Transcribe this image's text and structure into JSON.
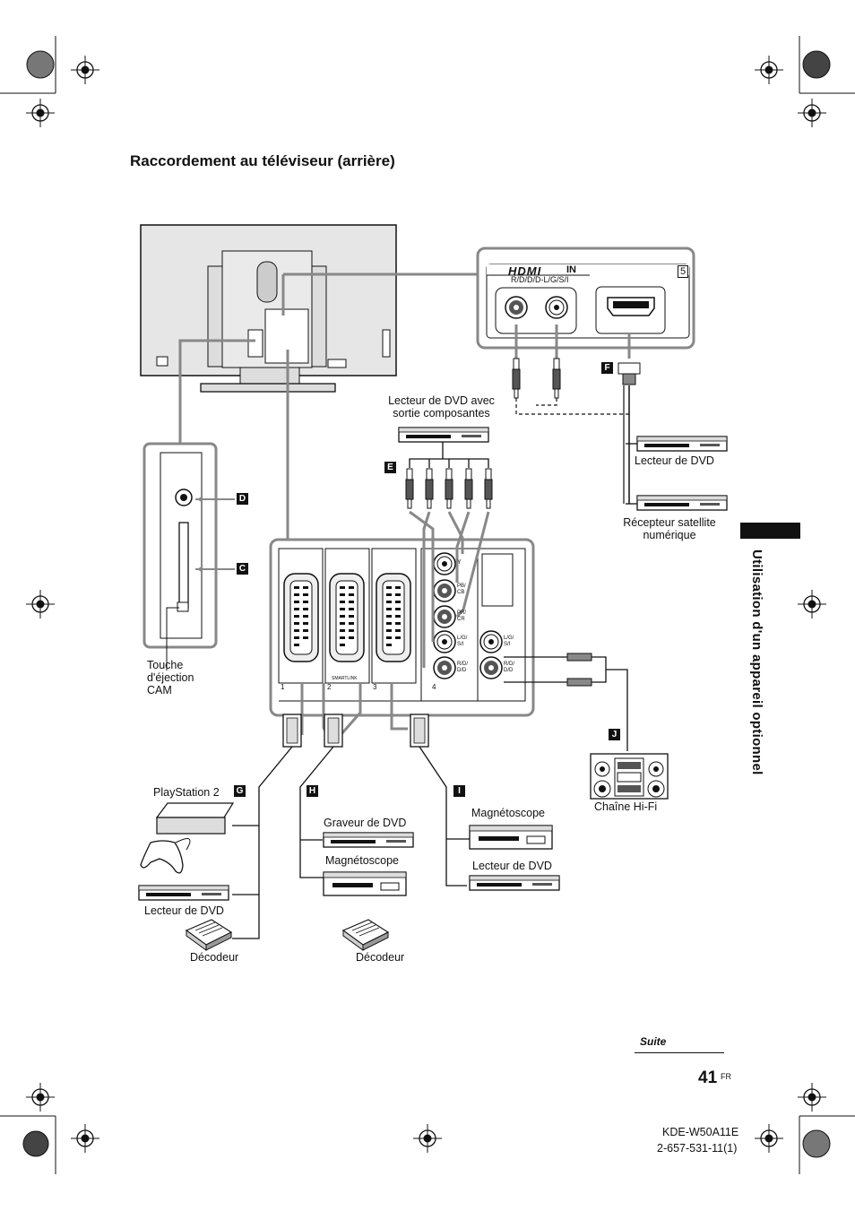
{
  "heading": "Raccordement au téléviseur (arrière)",
  "side_tab": "Utilisation d'un appareil optionnel",
  "hdmi_panel": {
    "logo": "HDMI",
    "in_label": "IN",
    "port_number": "5",
    "audio_label": "R/D/D/D-L/G/S/I"
  },
  "badges": {
    "D": "D",
    "C": "C",
    "E": "E",
    "F": "F",
    "G": "G",
    "H": "H",
    "I": "I",
    "J": "J"
  },
  "devices": {
    "dvd_component": "Lecteur de DVD avec\nsortie composantes",
    "dvd_right": "Lecteur de DVD",
    "satellite": "Récepteur satellite\nnumérique",
    "cam_eject": "Touche\nd'éjection\nCAM",
    "playstation": "PlayStation 2",
    "dvd_left": "Lecteur de DVD",
    "decoder_left": "Décodeur",
    "dvd_recorder": "Graveur de DVD",
    "vcr_mid": "Magnétoscope",
    "decoder_mid": "Décodeur",
    "vcr_right": "Magnétoscope",
    "dvd_bottom_right": "Lecteur de DVD",
    "hifi": "Chaîne Hi-Fi"
  },
  "rear_panel": {
    "y": "Y",
    "pb": "PB/\nCB",
    "pr": "PR/\nCR",
    "lgsi": "L/G/\nS/I",
    "rdd": "R/D/\nD/D",
    "smartlink": "SMARTLINK",
    "n1": "1",
    "n2": "2",
    "n3": "3",
    "n4": "4"
  },
  "footer": {
    "suite": "Suite",
    "page": "41",
    "lang": "FR",
    "model": "KDE-W50A11E",
    "code": "2-657-531-11(1)"
  }
}
